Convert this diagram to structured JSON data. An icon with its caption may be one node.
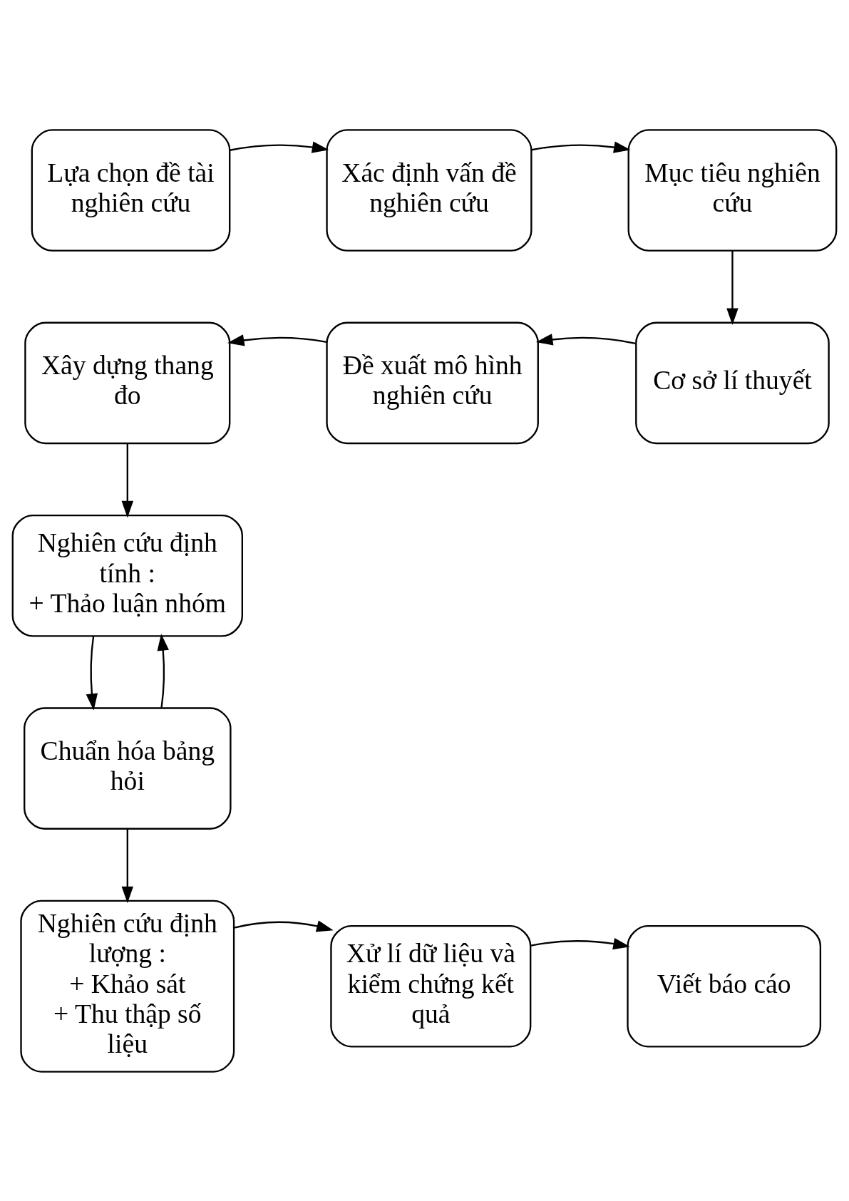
{
  "diagram": {
    "nodes": [
      {
        "text": [
          "Lựa chọn đề tài nghiên cứu"
        ]
      },
      {
        "text": [
          "Xác định vấn đề nghiên cứu"
        ]
      },
      {
        "text": [
          "Mục tiêu nghiên cứu"
        ]
      },
      {
        "text": [
          "Xây dựng thang đo"
        ]
      },
      {
        "text": [
          "Đề xuất mô hình nghiên cứu"
        ]
      },
      {
        "text": [
          "Cơ sở lí thuyết"
        ]
      },
      {
        "text": [
          "Nghiên cứu định tính :",
          "+ Thảo luận nhóm"
        ]
      },
      {
        "text": [
          "Chuẩn hóa bảng hỏi"
        ]
      },
      {
        "text": [
          "Nghiên cứu định lượng :",
          "+ Khảo sát",
          "+ Thu thập số liệu"
        ]
      },
      {
        "text": [
          "Xử lí dữ liệu và kiểm chứng kết quả"
        ]
      },
      {
        "text": [
          "Viết báo cáo"
        ]
      }
    ],
    "edges": [
      {
        "from": 0,
        "to": 1,
        "arrow": "to"
      },
      {
        "from": 1,
        "to": 2,
        "arrow": "to"
      },
      {
        "from": 2,
        "to": 5,
        "arrow": "to"
      },
      {
        "from": 5,
        "to": 4,
        "arrow": "to"
      },
      {
        "from": 4,
        "to": 3,
        "arrow": "to"
      },
      {
        "from": 3,
        "to": 6,
        "arrow": "to"
      },
      {
        "from": 6,
        "to": 7,
        "arrow": "to"
      },
      {
        "from": 7,
        "to": 6,
        "arrow": "to"
      },
      {
        "from": 7,
        "to": 8,
        "arrow": "to"
      },
      {
        "from": 8,
        "to": 9,
        "arrow": "to"
      },
      {
        "from": 9,
        "to": 10,
        "arrow": "to"
      }
    ]
  }
}
